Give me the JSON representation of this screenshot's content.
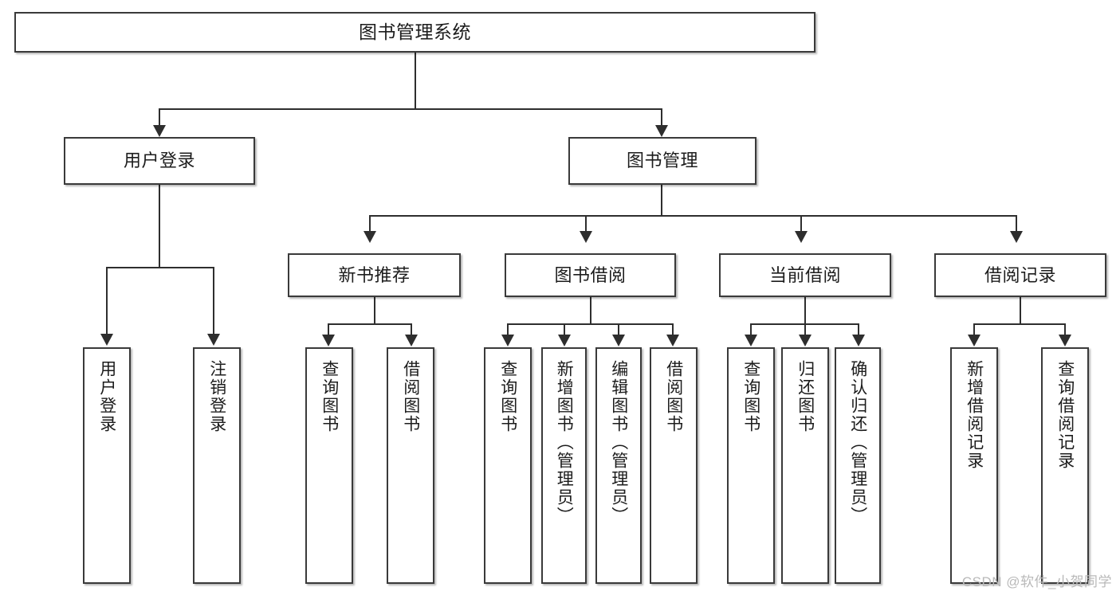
{
  "diagram": {
    "type": "tree-hierarchy",
    "title": "图书管理系统",
    "orientation": "top-down",
    "colors": {
      "border": "#3a3a3a",
      "line": "#2e2e2e",
      "fill": "#ffffff",
      "text": "#1c1c1c",
      "watermark": "#b9b9b9"
    },
    "levels": [
      {
        "level": 1,
        "nodes": [
          {
            "id": "root",
            "label": "图书管理系统",
            "text_direction": "horizontal"
          }
        ]
      },
      {
        "level": 2,
        "nodes": [
          {
            "id": "login",
            "label": "用户登录",
            "text_direction": "horizontal"
          },
          {
            "id": "bookmgmt",
            "label": "图书管理",
            "text_direction": "horizontal"
          }
        ]
      },
      {
        "level": 3,
        "nodes": [
          {
            "id": "newbook",
            "label": "新书推荐",
            "text_direction": "horizontal"
          },
          {
            "id": "borrow",
            "label": "图书借阅",
            "text_direction": "horizontal"
          },
          {
            "id": "current",
            "label": "当前借阅",
            "text_direction": "horizontal"
          },
          {
            "id": "record",
            "label": "借阅记录",
            "text_direction": "horizontal"
          }
        ]
      },
      {
        "level": 4,
        "nodes": [
          {
            "id": "leaf1",
            "label": "用户登录",
            "parent": "login",
            "text_direction": "vertical"
          },
          {
            "id": "leaf2",
            "label": "注销登录",
            "parent": "login",
            "text_direction": "vertical"
          },
          {
            "id": "leaf3",
            "label": "查询图书",
            "parent": "newbook",
            "text_direction": "vertical"
          },
          {
            "id": "leaf4",
            "label": "借阅图书",
            "parent": "newbook",
            "text_direction": "vertical"
          },
          {
            "id": "leaf5",
            "label": "查询图书",
            "parent": "borrow",
            "text_direction": "vertical"
          },
          {
            "id": "leaf6",
            "label": "新增图书（管理员）",
            "parent": "borrow",
            "text_direction": "vertical"
          },
          {
            "id": "leaf7",
            "label": "编辑图书（管理员）",
            "parent": "borrow",
            "text_direction": "vertical"
          },
          {
            "id": "leaf8",
            "label": "借阅图书",
            "parent": "borrow",
            "text_direction": "vertical"
          },
          {
            "id": "leaf9",
            "label": "查询图书",
            "parent": "current",
            "text_direction": "vertical"
          },
          {
            "id": "leaf10",
            "label": "归还图书",
            "parent": "current",
            "text_direction": "vertical"
          },
          {
            "id": "leaf11",
            "label": "确认归还（管理员）",
            "parent": "current",
            "text_direction": "vertical"
          },
          {
            "id": "leaf12",
            "label": "新增借阅记录",
            "parent": "record",
            "text_direction": "vertical"
          },
          {
            "id": "leaf13",
            "label": "查询借阅记录",
            "parent": "record",
            "text_direction": "vertical"
          }
        ]
      }
    ]
  },
  "watermark": {
    "text": "CSDN @软件_小贺同学"
  }
}
